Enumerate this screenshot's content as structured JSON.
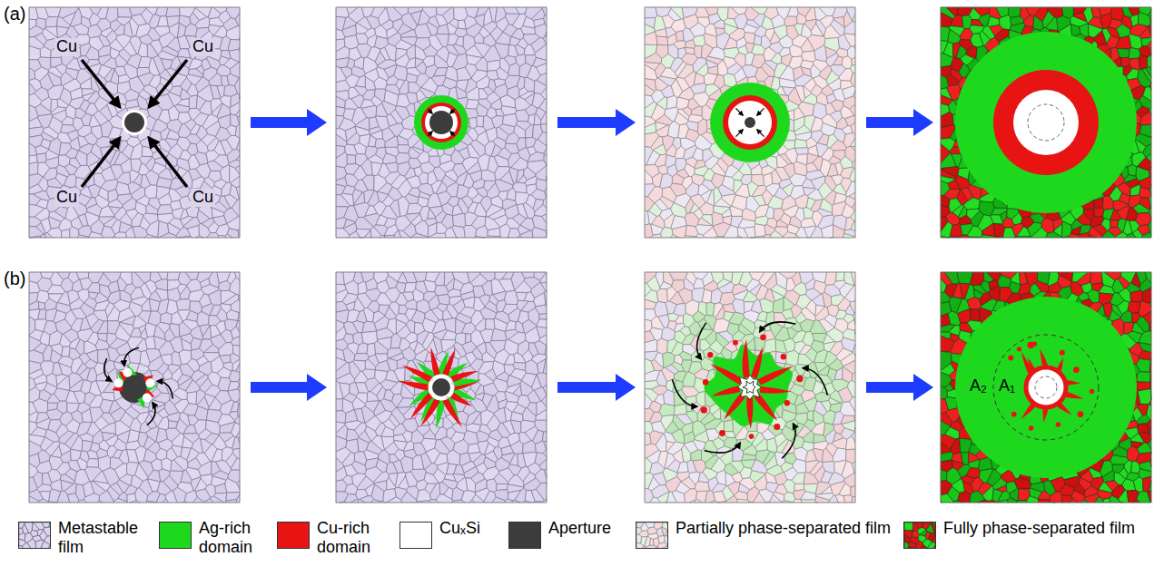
{
  "diagram": {
    "labels": [
      "(a)",
      "Cu",
      "Cu",
      "Cu",
      "Cu",
      "(b)",
      "A₂",
      "A₁"
    ],
    "legend": [
      {
        "text": "Metastable film",
        "color": "#dcd4ec"
      },
      {
        "text": "Ag-rich domain",
        "color": "#1ed81e"
      },
      {
        "text": "Cu-rich domain",
        "color": "#e81414"
      },
      {
        "text": "CuₓSi",
        "color": "#ffffff"
      },
      {
        "text": "Aperture",
        "color": "#3c3c3c"
      },
      {
        "text": "Partially phase-separated film"
      },
      {
        "text": "Fully phase-separated film"
      }
    ]
  }
}
